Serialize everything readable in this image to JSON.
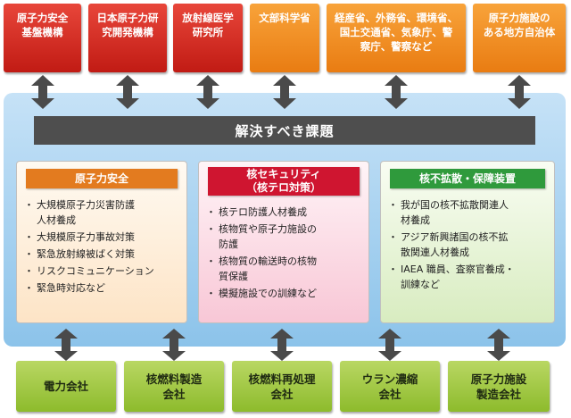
{
  "top_orgs": [
    {
      "label": "原子力安全\n基盤機構",
      "color": "red"
    },
    {
      "label": "日本原子力研\n究開発機構",
      "color": "red"
    },
    {
      "label": "放射線医学\n研究所",
      "color": "red"
    },
    {
      "label": "文部科学省",
      "color": "orange"
    },
    {
      "label": "経産省、外務省、環境省、\n国土交通省、気象庁、警\n察庁、警察など",
      "color": "orange"
    },
    {
      "label": "原子力施設の\nある地方自治体",
      "color": "orange"
    }
  ],
  "main_title": "解決すべき課題",
  "cards": [
    {
      "header": "原子力安全",
      "header_color": "#e37b1f",
      "items": [
        "大規模原子力災害防護\n人材養成",
        "大規模原子力事故対策",
        "緊急放射線被ばく対策",
        "リスクコミュニケーション",
        "緊急時対応など"
      ]
    },
    {
      "header": "核セキュリティ\n（核テロ対策）",
      "header_color": "#cf1530",
      "items": [
        "核テロ防護人材養成",
        "核物質や原子力施設の\n防護",
        "核物質の輸送時の核物\n質保護",
        "模擬施設での訓練など"
      ]
    },
    {
      "header": "核不拡散・保障装置",
      "header_color": "#2f9a3c",
      "items": [
        "我が国の核不拡散関連人\n材養成",
        "アジア新興諸国の核不拡\n散関連人材養成",
        "IAEA 職員、査察官養成・\n訓練など"
      ]
    }
  ],
  "bottom_orgs": [
    {
      "label": "電力会社"
    },
    {
      "label": "核燃料製造\n会社"
    },
    {
      "label": "核燃料再処理\n会社"
    },
    {
      "label": "ウラン濃縮\n会社"
    },
    {
      "label": "原子力施設\n製造会社"
    }
  ],
  "colors": {
    "red_box": "#d42d22",
    "orange_box": "#f2901f",
    "green_box": "#a3c94a",
    "panel": "#a8d3f1",
    "title_bar": "#4e4e4e",
    "arrow": "#4a4a4a"
  }
}
